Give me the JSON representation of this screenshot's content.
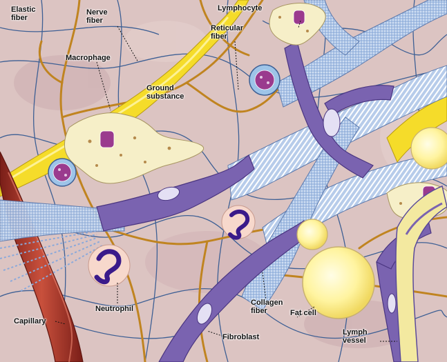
{
  "labels": {
    "elastic_fiber": "Elastic\nfiber",
    "nerve_fiber": "Nerve\nfiber",
    "lymphocyte": "Lymphocyte",
    "reticular_fiber": "Reticular\nfiber",
    "macrophage": "Macrophage",
    "ground_substance": "Ground\nsubstance",
    "neutrophil": "Neutrophil",
    "capillary": "Capillary",
    "fibroblast": "Fibroblast",
    "collagen_fiber": "Collagen\nfiber",
    "fat_cell": "Fat cell",
    "lymph_vessel": "Lymph\nvessel"
  },
  "colors": {
    "background": "#dcc4c2",
    "elastic": "#f5dc2a",
    "nerve": "#c08420",
    "reticular": "#3d5f94",
    "cell_body": "#f6efc8",
    "nucleus": "#9a3a8e",
    "fibroblast": "#7a63b0",
    "collagen": "#a9c2e6",
    "capillary": "#b0382a",
    "fat": "#fff6a6"
  }
}
